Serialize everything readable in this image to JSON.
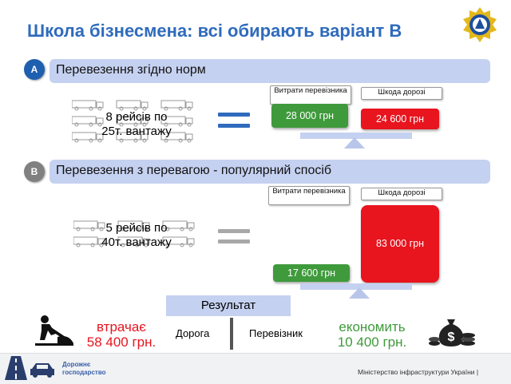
{
  "title": "Школа бізнесмена: всі обирають варіант В",
  "colors": {
    "title": "#2f6bbd",
    "row_bg": "#c5d1f0",
    "circle_a": "#1f5fb0",
    "circle_b": "#808080",
    "green": "#3f9a3c",
    "red": "#e8141e"
  },
  "icons": [
    "ministry-emblem-icon",
    "truck-icon",
    "road-worker-icon",
    "money-bag-icon",
    "road-icon",
    "car-icon"
  ],
  "option_a": {
    "letter": "A",
    "heading": "Перевезення згідно норм",
    "trucks_line1": "8 рейсів по",
    "trucks_line2": "25т. вантажу",
    "cost_label": "Витрати перевізника",
    "damage_label": "Шкода дорозі",
    "cost_value": "28 000 грн",
    "damage_value": "24 600 грн"
  },
  "option_b": {
    "letter": "В",
    "heading": "Перевезення з перевагою - популярний спосіб",
    "trucks_line1": "5 рейсів по",
    "trucks_line2": "40т. вантажу",
    "cost_label": "Витрати перевізника",
    "damage_label": "Шкода дорозі",
    "cost_value": "17 600 грн",
    "damage_value": "83 000 грн"
  },
  "result": {
    "heading": "Результат",
    "loss_word": "втрачає",
    "loss_value": "58 400 грн.",
    "road": "Дорога",
    "carrier": "Перевізник",
    "gain_word": "економить",
    "gain_value": "10 400 грн."
  },
  "footer": {
    "logo_line1": "Дорожнє",
    "logo_line2": "господарство",
    "ministry": "Міністерство інфраструктури України |"
  }
}
